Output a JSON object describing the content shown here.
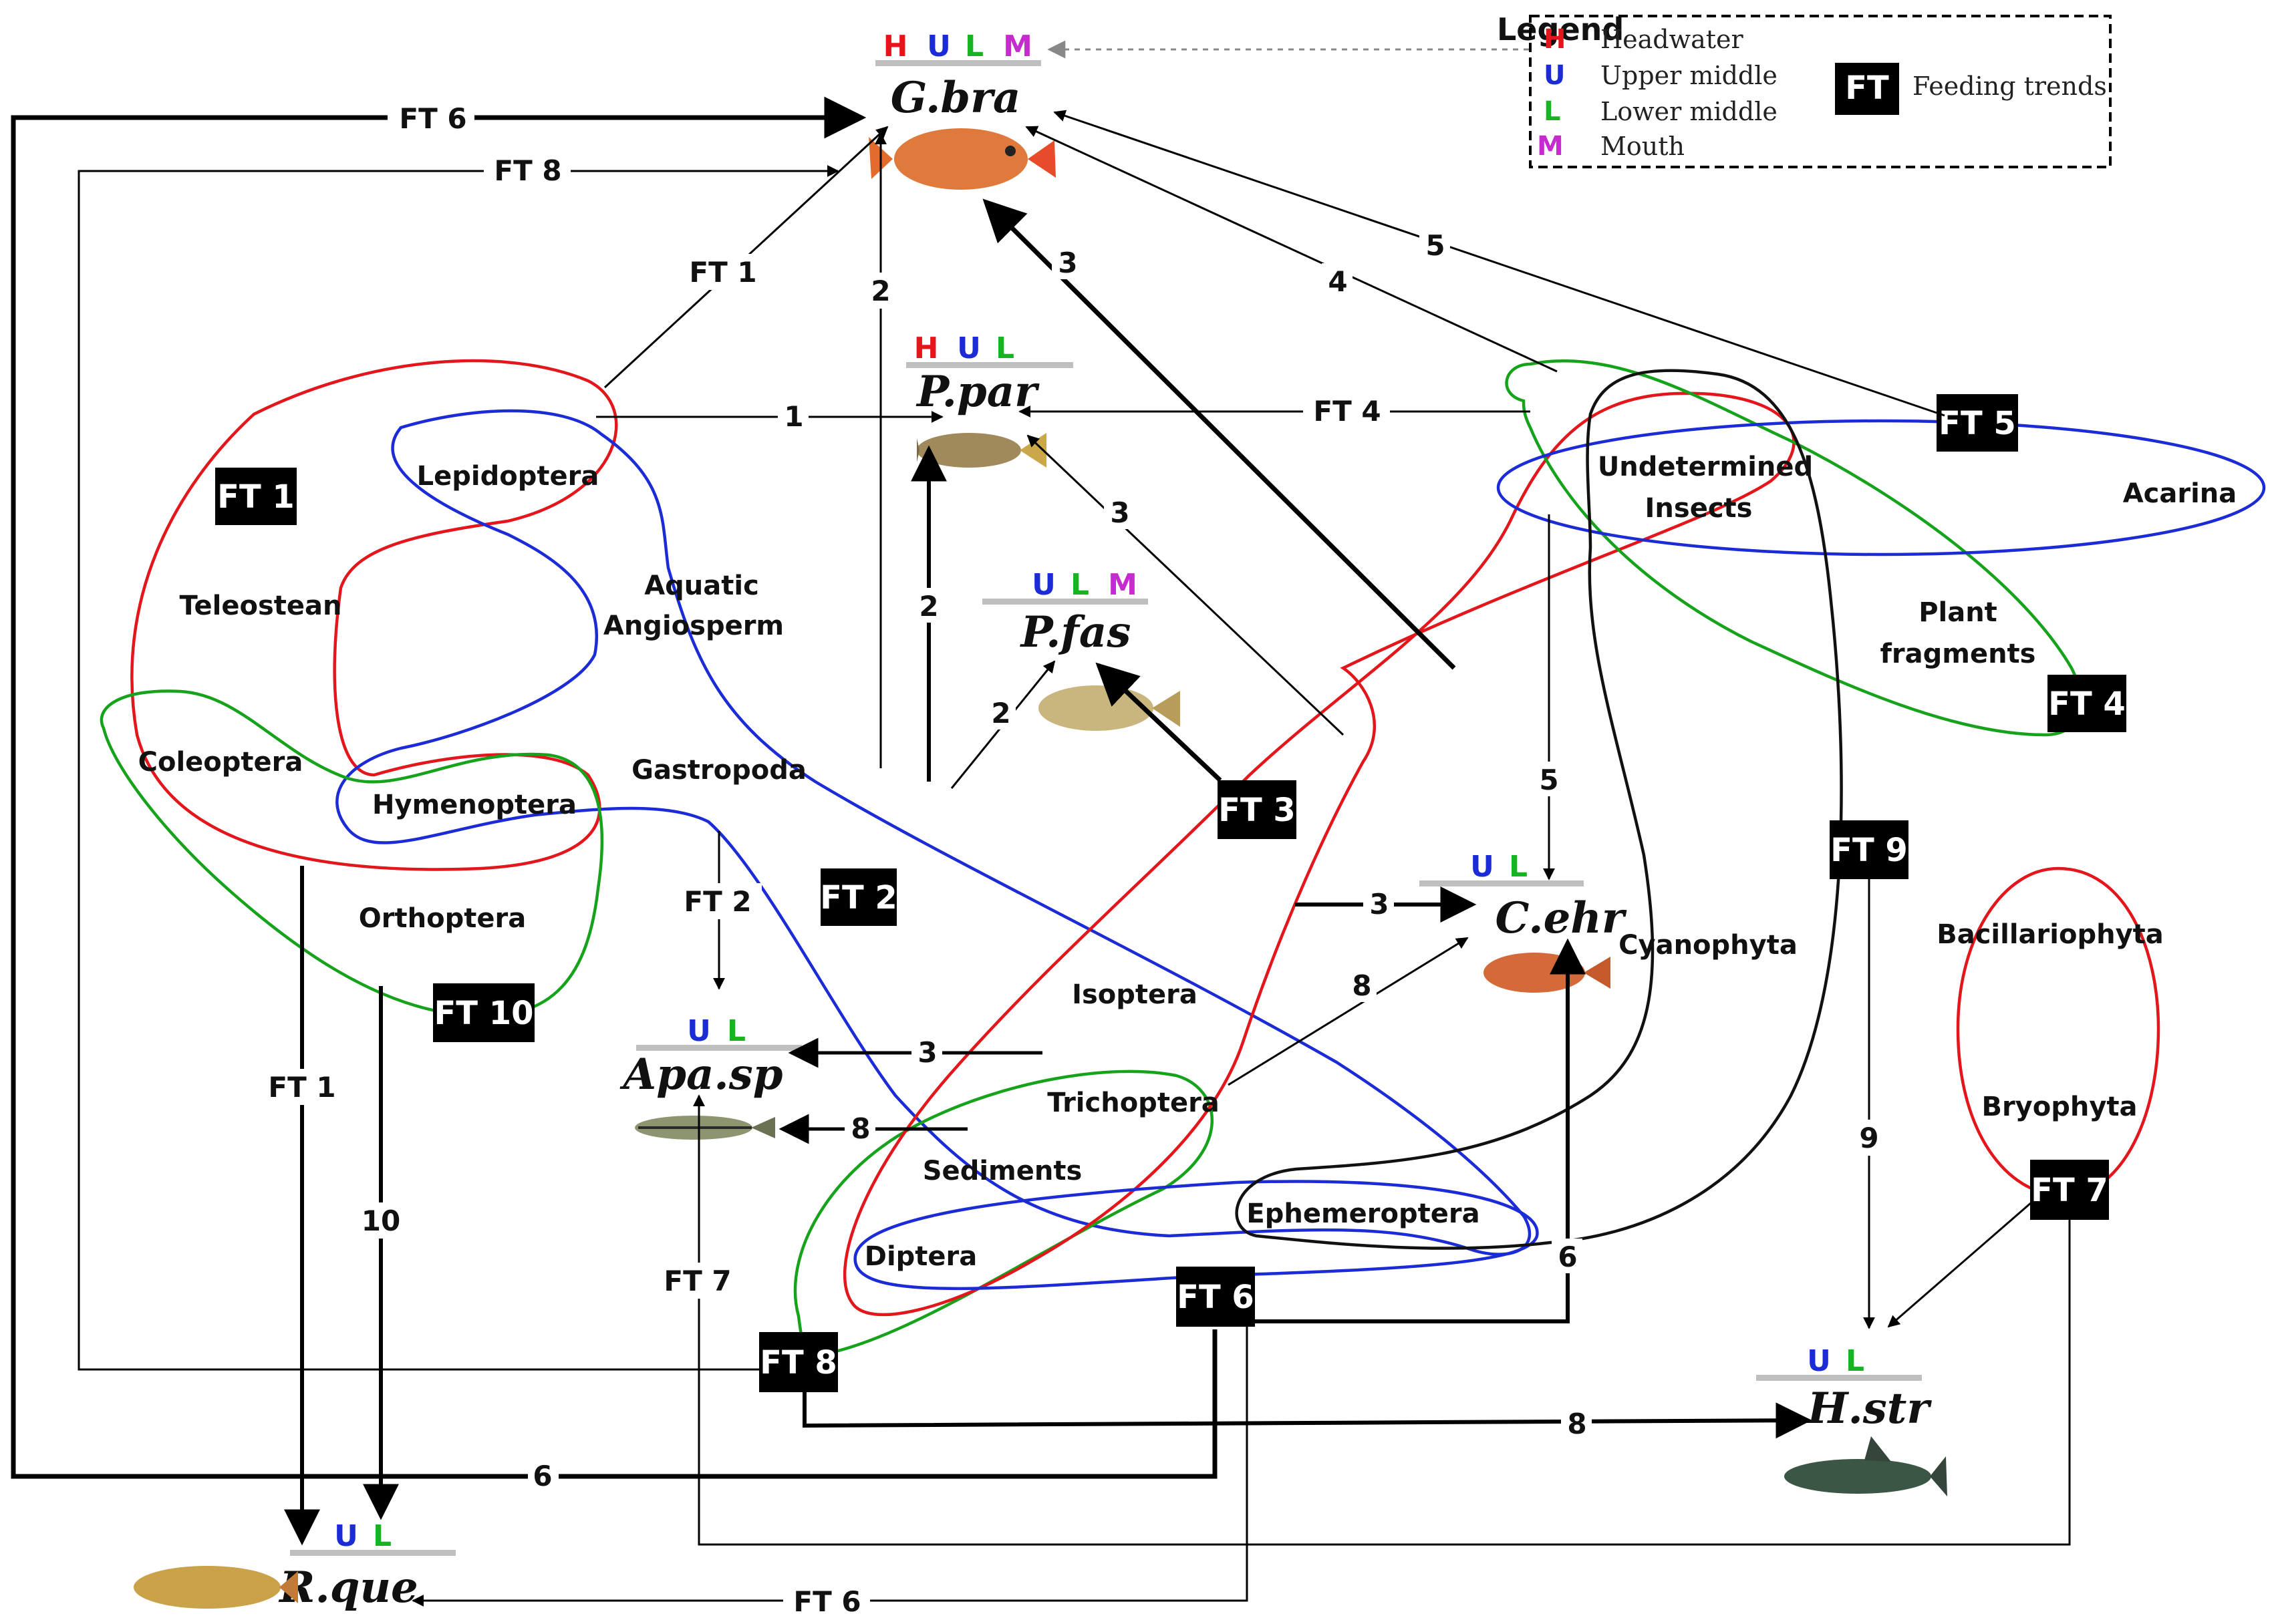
{
  "legend": {
    "title": "Legend",
    "items": [
      {
        "code": "H",
        "label": "Headwater",
        "color": "#e8141b"
      },
      {
        "code": "U",
        "label": "Upper middle",
        "color": "#1b2bd6"
      },
      {
        "code": "L",
        "label": "Lower middle",
        "color": "#17b322"
      },
      {
        "code": "M",
        "label": "Mouth",
        "color": "#c52bcf"
      }
    ],
    "ft_badge": "FT",
    "ft_label": "Feeding trends"
  },
  "species": {
    "gbra": {
      "name": "G.bra",
      "regions": [
        "H",
        "U",
        "L",
        "M"
      ]
    },
    "ppar": {
      "name": "P.par",
      "regions": [
        "H",
        "U",
        "L"
      ]
    },
    "pfas": {
      "name": "P.fas",
      "regions": [
        "U",
        "L",
        "M"
      ]
    },
    "apasp": {
      "name": "Apa.sp",
      "regions": [
        "U",
        "L"
      ]
    },
    "cehr": {
      "name": "C.ehr",
      "regions": [
        "U",
        "L"
      ]
    },
    "hstr": {
      "name": "H.str",
      "regions": [
        "U",
        "L"
      ]
    },
    "rque": {
      "name": "R.que",
      "regions": [
        "U",
        "L"
      ]
    }
  },
  "food_items": {
    "lepidoptera": "Lepidoptera",
    "teleostean": "Teleostean",
    "coleoptera": "Coleoptera",
    "hymenoptera": "Hymenoptera",
    "orthoptera": "Orthoptera",
    "aquatic_angiosperm": [
      "Aquatic",
      "Angiosperm"
    ],
    "gastropoda": "Gastropoda",
    "undetermined_insects": [
      "Undetermined",
      "Insects"
    ],
    "acarina": "Acarina",
    "plant_fragments": [
      "Plant",
      "fragments"
    ],
    "cyanophyta": "Cyanophyta",
    "isoptera": "Isoptera",
    "trichoptera": "Trichoptera",
    "sediments": "Sediments",
    "diptera": "Diptera",
    "ephemeroptera": "Ephemeroptera",
    "bacillariophyta": "Bacillariophyta",
    "bryophyta": "Bryophyta"
  },
  "feeding_trends": {
    "ft1": "FT 1",
    "ft2": "FT 2",
    "ft3": "FT 3",
    "ft4": "FT 4",
    "ft5": "FT 5",
    "ft6": "FT 6",
    "ft7": "FT 7",
    "ft8": "FT 8",
    "ft9": "FT 9",
    "ft10": "FT 10"
  },
  "edge_labels": {
    "ft6_top": "FT 6",
    "ft8_top": "FT 8",
    "ft1_gbra": "FT 1",
    "two_gbra": "2",
    "three_gbra": "3",
    "four_gbra": "4",
    "five_gbra": "5",
    "one_ppar": "1",
    "ft4_ppar": "FT 4",
    "three_ppar": "3",
    "two_ppar": "2",
    "two_pfas": "2",
    "five_cehr": "5",
    "three_cehr": "3",
    "eight_cehr": "8",
    "six_cehr": "6",
    "ft2_apa": "FT 2",
    "three_apa": "3",
    "eight_apa": "8",
    "ft7_apa": "FT 7",
    "ft1_rque": "FT 1",
    "ten_rque": "10",
    "six_rque": "6",
    "ft6_rque": "FT 6",
    "nine_hstr": "9",
    "eight_hstr": "8"
  }
}
